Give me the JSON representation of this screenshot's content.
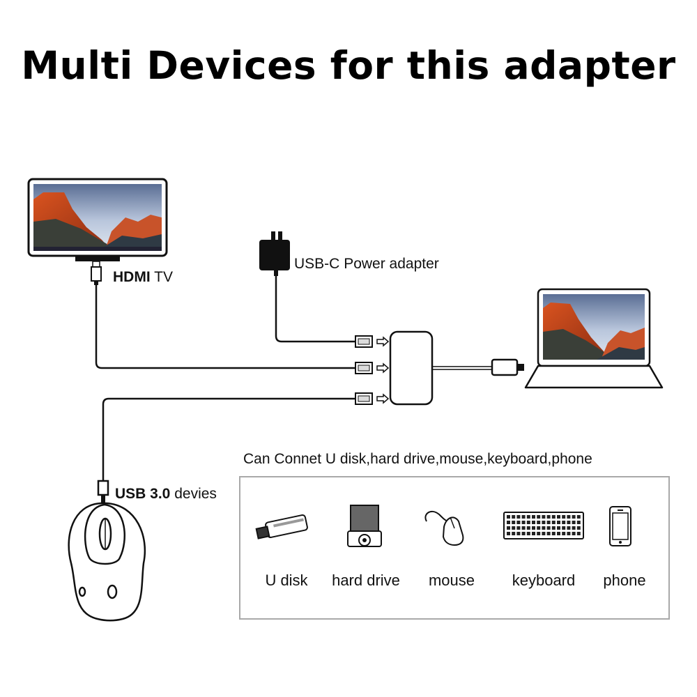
{
  "title": "Multi Devices for this adapter",
  "labels": {
    "hdmi_main": "HDMI",
    "hdmi_tail": "TV",
    "usbc_main": "USB-C",
    "usbc_tail": "Power adapter",
    "usb3_main": "USB 3.0",
    "usb3_tail": "devies",
    "connect_caption": "Can Connet U disk,hard drive,mouse,keyboard,phone"
  },
  "devices": [
    {
      "label": "U disk",
      "icon": "usb-flash-drive-icon"
    },
    {
      "label": "hard drive",
      "icon": "hard-drive-icon"
    },
    {
      "label": "mouse",
      "icon": "mouse-icon"
    },
    {
      "label": "keyboard",
      "icon": "keyboard-icon"
    },
    {
      "label": "phone",
      "icon": "phone-icon"
    }
  ]
}
